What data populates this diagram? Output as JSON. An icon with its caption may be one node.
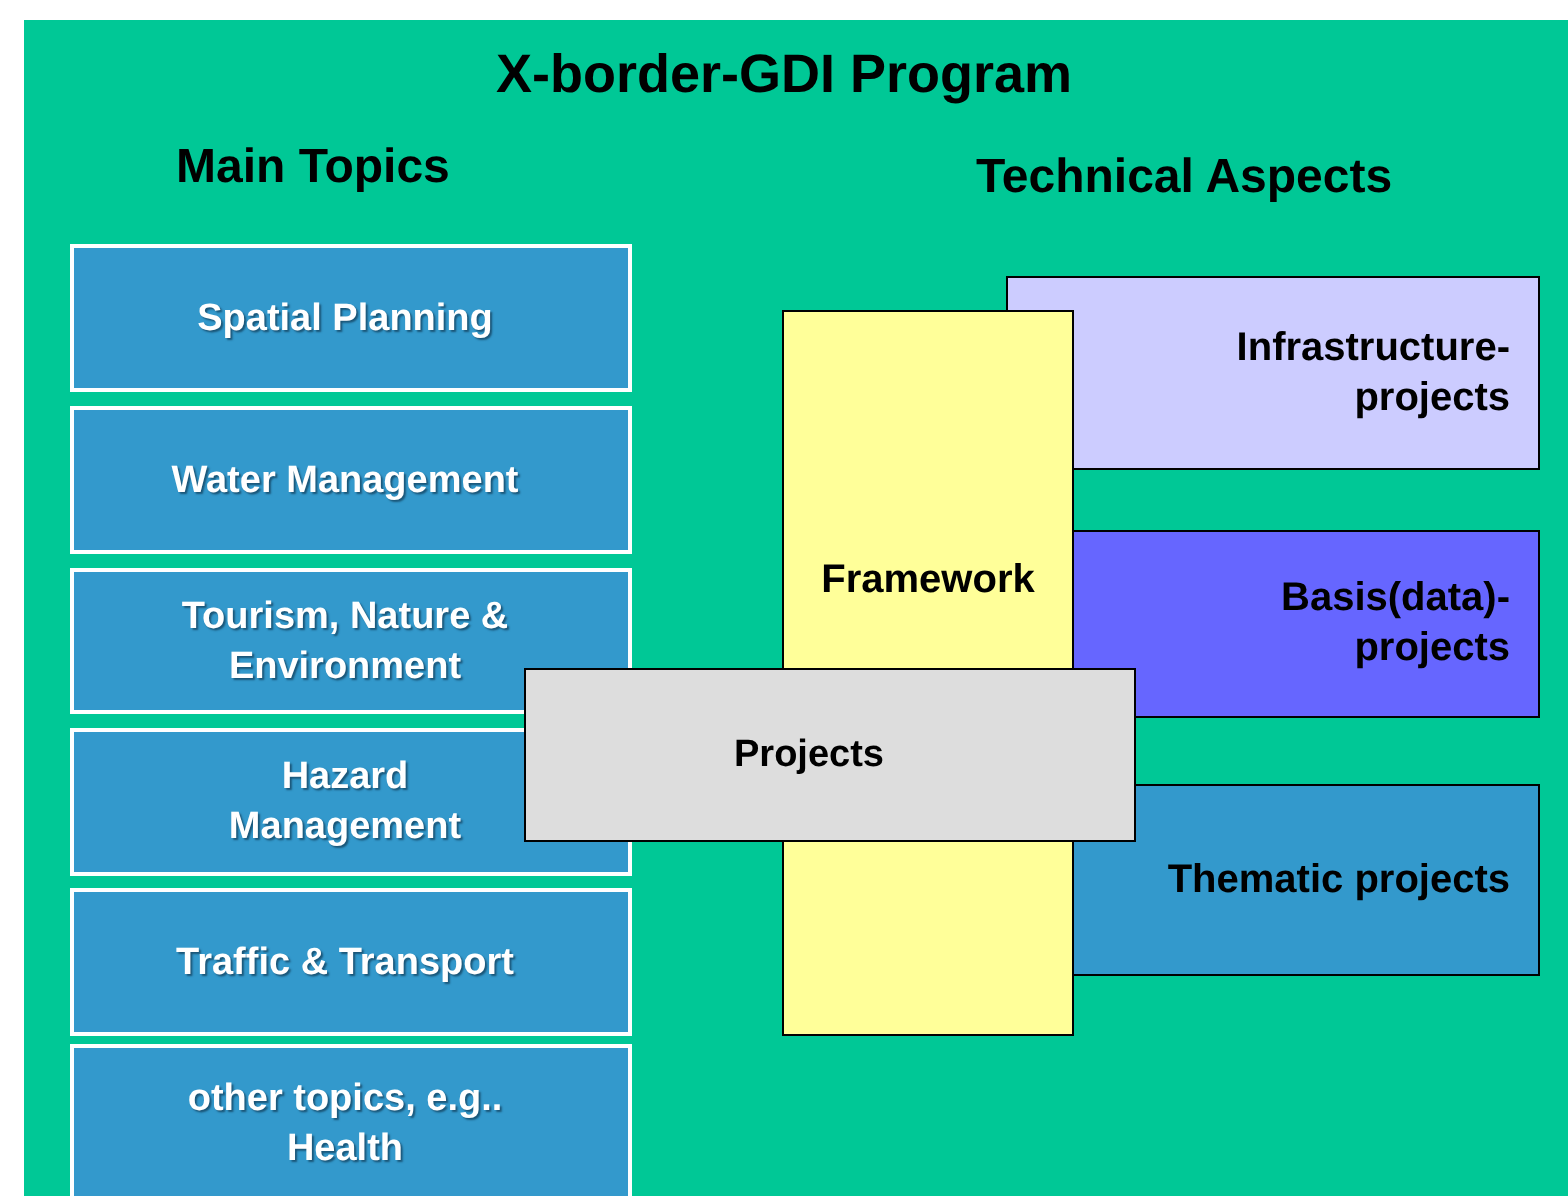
{
  "diagram": {
    "title": "X-border-GDI Program",
    "nodes": [
      {
        "text": [
          "Spatial Planning"
        ]
      },
      {
        "text": [
          "Water Management"
        ]
      },
      {
        "text": [
          "Tourism, Nature & Environment"
        ]
      },
      {
        "text": [
          "Hazard Management"
        ]
      },
      {
        "text": [
          "Traffic & Transport"
        ]
      },
      {
        "text": [
          "other topics, e.g.. Health"
        ]
      },
      {
        "text": [
          "Infrastructure-projects"
        ]
      },
      {
        "text": [
          "Framework"
        ]
      },
      {
        "text": [
          "Basis(data)-projects"
        ]
      },
      {
        "text": [
          "Thematic projects"
        ]
      },
      {
        "text": [
          "Projects"
        ]
      }
    ],
    "labels": [
      "Main Topics",
      "Technical Aspects"
    ]
  }
}
